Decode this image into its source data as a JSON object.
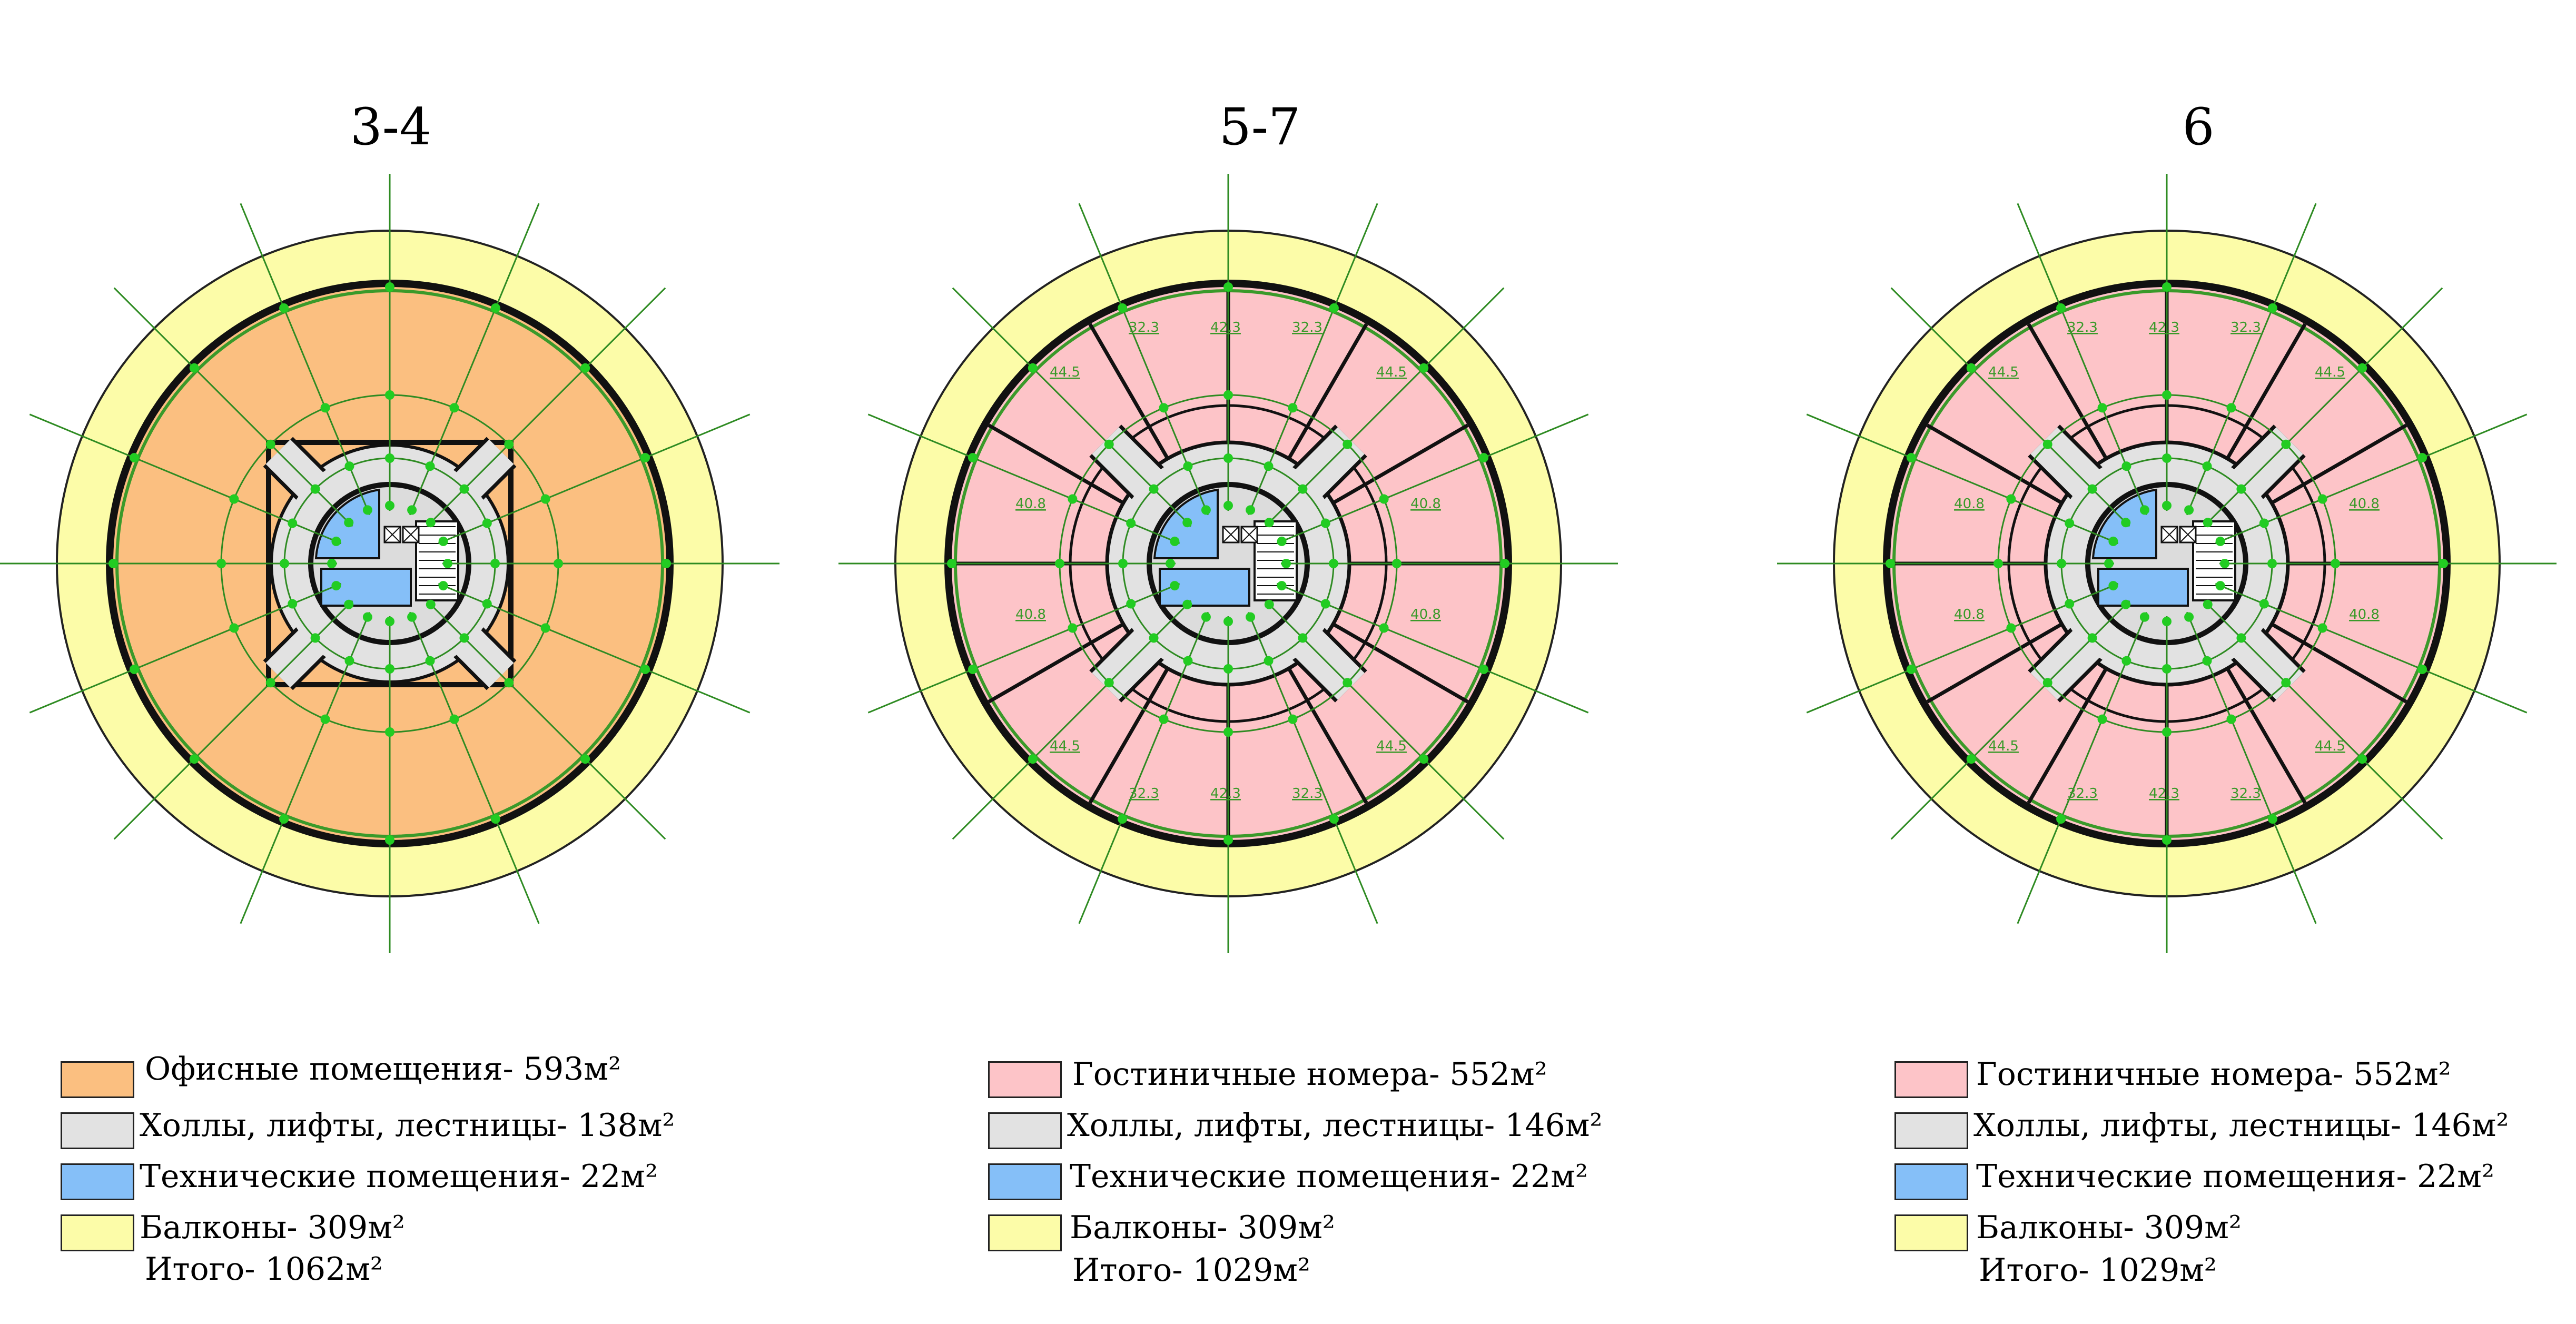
{
  "plans": [
    {
      "title": "3-4",
      "kind": "office",
      "legend": [
        {
          "color": "#fbbf80",
          "label": "Офисные помещения- 593м²"
        },
        {
          "color": "#e2e2e2",
          "label": "Холлы, лифты, лестницы- 138м²"
        },
        {
          "color": "#85bff8",
          "label": "Технические помещения- 22м²"
        },
        {
          "color": "#fcfca8",
          "label": "Балконы- 309м²"
        }
      ],
      "total": "Итого- 1062м²",
      "room_labels": []
    },
    {
      "title": "5-7",
      "kind": "hotel",
      "legend": [
        {
          "color": "#fdc4c8",
          "label": "Гостиничные номера- 552м²"
        },
        {
          "color": "#e2e2e2",
          "label": "Холлы, лифты, лестницы- 146м²"
        },
        {
          "color": "#85bff8",
          "label": "Технические помещения- 22м²"
        },
        {
          "color": "#fcfca8",
          "label": "Балконы- 309м²"
        }
      ],
      "total": "Итого- 1029м²",
      "room_labels": [
        "32.3",
        "42.3",
        "32.3",
        "44.5",
        "44.5",
        "40.8",
        "40.8",
        "40.8",
        "40.8",
        "44.5",
        "44.5",
        "32.3",
        "42.3",
        "32.3"
      ]
    },
    {
      "title": "6",
      "kind": "hotel",
      "legend": [
        {
          "color": "#fdc4c8",
          "label": "Гостиничные номера- 552м²"
        },
        {
          "color": "#e2e2e2",
          "label": "Холлы, лифты, лестницы- 146м²"
        },
        {
          "color": "#85bff8",
          "label": "Технические помещения- 22м²"
        },
        {
          "color": "#fcfca8",
          "label": "Балконы- 309м²"
        }
      ],
      "total": "Итого- 1029м²",
      "room_labels": [
        "32.3",
        "42.3",
        "32.3",
        "44.5",
        "44.5",
        "40.8",
        "40.8",
        "40.8",
        "40.8",
        "44.5",
        "44.5",
        "32.3",
        "42.3",
        "32.3"
      ]
    }
  ]
}
